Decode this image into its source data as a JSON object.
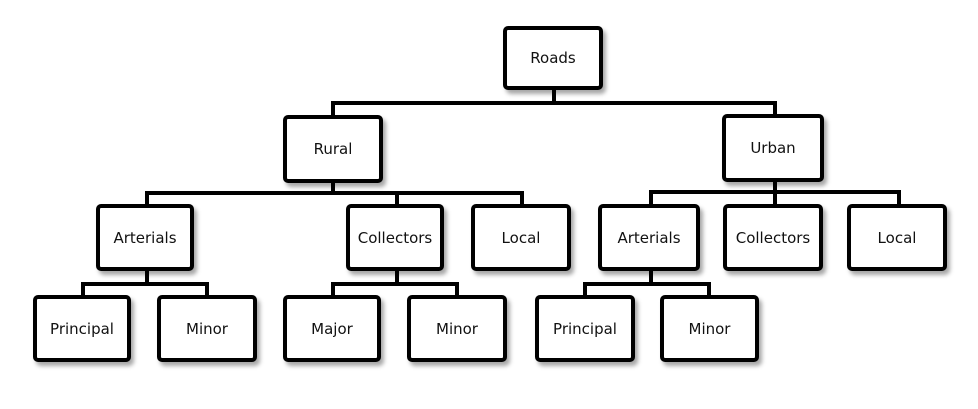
{
  "diagram": {
    "root": {
      "label": "Roads"
    },
    "rural": {
      "label": "Rural",
      "arterials": {
        "label": "Arterials",
        "principal": "Principal",
        "minor": "Minor"
      },
      "collectors": {
        "label": "Collectors",
        "major": "Major",
        "minor": "Minor"
      },
      "local": {
        "label": "Local"
      }
    },
    "urban": {
      "label": "Urban",
      "arterials": {
        "label": "Arterials",
        "principal": "Principal",
        "minor": "Minor"
      },
      "collectors": {
        "label": "Collectors"
      },
      "local": {
        "label": "Local"
      }
    }
  }
}
